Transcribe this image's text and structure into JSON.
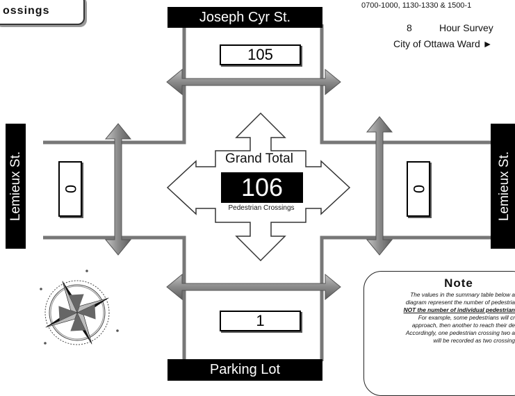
{
  "header": {
    "corner_label": "ossings",
    "hours": "0700-1000, 1130-1330 & 1500-1",
    "survey_hours": "8",
    "survey_label": "Hour Survey",
    "ward_label": "City of Ottawa Ward ►"
  },
  "streets": {
    "north": "Joseph Cyr St.",
    "south": "Parking Lot",
    "west": "Lemieux St.",
    "east": "Lemieux St."
  },
  "crossings": {
    "north": "105",
    "south": "1",
    "west": "0",
    "east": "0"
  },
  "grand_total": {
    "title": "Grand Total",
    "value": "106",
    "subtitle": "Pedestrian Crossings"
  },
  "note": {
    "title": "Note",
    "lines": [
      "The values in the summary table below a",
      "diagram represent the number of pedestria",
      "NOT the number of individual pedestrian",
      "For example, some pedestrians will cr",
      "approach, then another to reach their de",
      "Accordingly, one pedestrian crossing two a",
      "will be recorded as two crossing"
    ]
  },
  "colors": {
    "road_line": "#777777",
    "arrow_fill": "#8c8c8c",
    "street_bg": "#000000"
  }
}
